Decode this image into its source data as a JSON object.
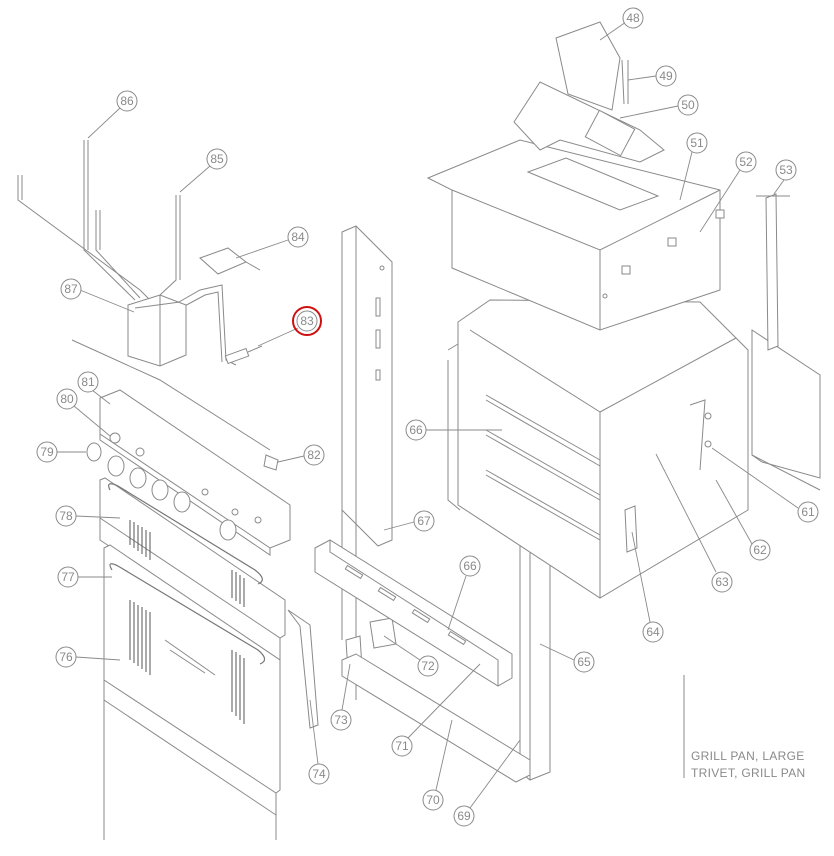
{
  "callouts": [
    {
      "id": "c48",
      "label": "48"
    },
    {
      "id": "c49",
      "label": "49"
    },
    {
      "id": "c50",
      "label": "50"
    },
    {
      "id": "c51",
      "label": "51"
    },
    {
      "id": "c52",
      "label": "52"
    },
    {
      "id": "c53",
      "label": "53"
    },
    {
      "id": "c61",
      "label": "61"
    },
    {
      "id": "c62",
      "label": "62"
    },
    {
      "id": "c63",
      "label": "63"
    },
    {
      "id": "c64",
      "label": "64"
    },
    {
      "id": "c65",
      "label": "65"
    },
    {
      "id": "c66a",
      "label": "66"
    },
    {
      "id": "c66b",
      "label": "66"
    },
    {
      "id": "c67",
      "label": "67"
    },
    {
      "id": "c69",
      "label": "69"
    },
    {
      "id": "c70",
      "label": "70"
    },
    {
      "id": "c71",
      "label": "71"
    },
    {
      "id": "c72",
      "label": "72"
    },
    {
      "id": "c73",
      "label": "73"
    },
    {
      "id": "c74",
      "label": "74"
    },
    {
      "id": "c76",
      "label": "76"
    },
    {
      "id": "c77",
      "label": "77"
    },
    {
      "id": "c78",
      "label": "78"
    },
    {
      "id": "c79",
      "label": "79"
    },
    {
      "id": "c80",
      "label": "80"
    },
    {
      "id": "c81",
      "label": "81"
    },
    {
      "id": "c82",
      "label": "82"
    },
    {
      "id": "c83",
      "label": "83"
    },
    {
      "id": "c84",
      "label": "84"
    },
    {
      "id": "c85",
      "label": "85"
    },
    {
      "id": "c86",
      "label": "86"
    },
    {
      "id": "c87",
      "label": "87"
    }
  ],
  "highlighted_part": "83",
  "notes": {
    "line1": "GRILL PAN, LARGE",
    "line2": "TRIVET, GRILL PAN"
  },
  "colors": {
    "line": "#8a8a8a",
    "highlight": "#d01010",
    "background": "#ffffff"
  }
}
